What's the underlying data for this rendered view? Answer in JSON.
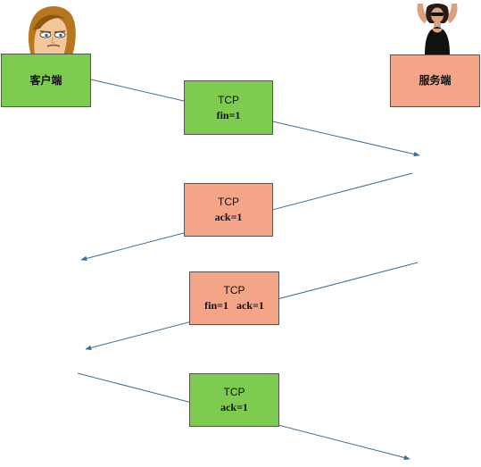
{
  "colors": {
    "client": "#7DCC4F",
    "server": "#F4A588",
    "client_msg": "#7DCC4F",
    "server_msg": "#F4A588",
    "arrow": "#3B6F9A"
  },
  "icons": {
    "client_avatar": "cartoon-person-icon",
    "server_avatar": "woman-photo-icon"
  },
  "nodes": {
    "client_label": "客户端",
    "server_label": "服务端"
  },
  "messages": [
    {
      "title": "TCP",
      "flags": "fin=1"
    },
    {
      "title": "TCP",
      "flags": "ack=1"
    },
    {
      "title": "TCP",
      "flags": "fin=1   ack=1"
    },
    {
      "title": "TCP",
      "flags": "ack=1"
    }
  ]
}
